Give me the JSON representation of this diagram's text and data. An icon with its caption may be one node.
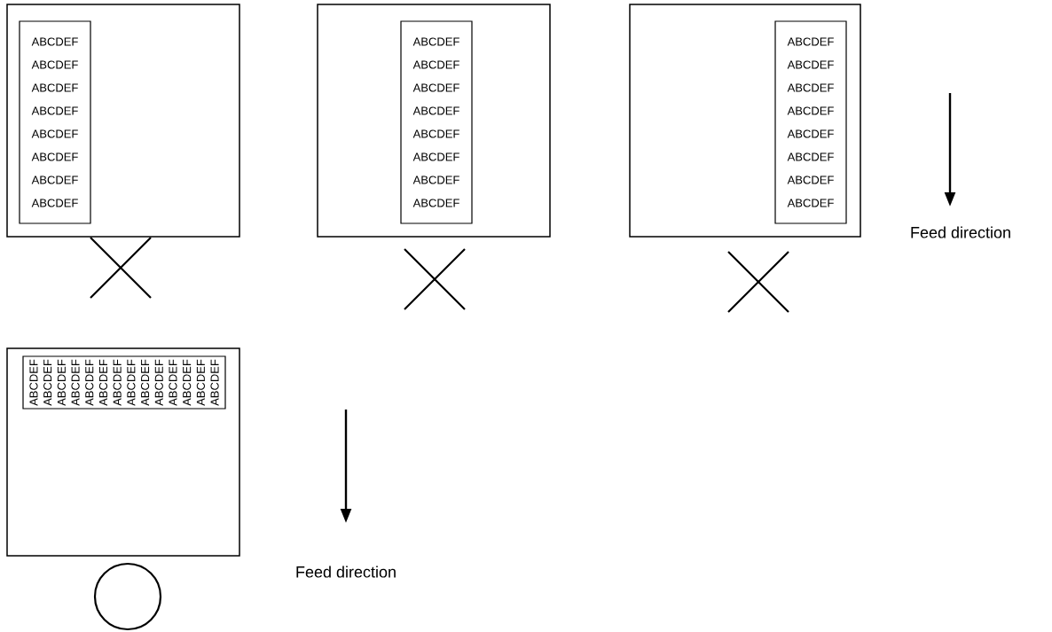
{
  "diagram": {
    "nodes": [
      {
        "text": [],
        "shape": "box"
      },
      {
        "text": [
          "ABCDEF",
          "ABCDEF",
          "ABCDEF",
          "ABCDEF",
          "ABCDEF",
          "ABCDEF",
          "ABCDEF",
          "ABCDEF"
        ],
        "in": 0
      },
      {
        "text": [],
        "shape": "box"
      },
      {
        "text": [
          "ABCDEF",
          "ABCDEF",
          "ABCDEF",
          "ABCDEF",
          "ABCDEF",
          "ABCDEF",
          "ABCDEF",
          "ABCDEF"
        ],
        "in": 2
      },
      {
        "text": [],
        "shape": "box"
      },
      {
        "text": [
          "ABCDEF",
          "ABCDEF",
          "ABCDEF",
          "ABCDEF",
          "ABCDEF",
          "ABCDEF",
          "ABCDEF",
          "ABCDEF"
        ],
        "in": 4
      },
      {
        "text": [],
        "shape": "box"
      },
      {
        "text": [
          "ABCDEF",
          "ABCDEF",
          "ABCDEF",
          "ABCDEF",
          "ABCDEF",
          "ABCDEF",
          "ABCDEF",
          "ABCDEF",
          "ABCDEF",
          "ABCDEF",
          "ABCDEF",
          "ABCDEF",
          "ABCDEF",
          "ABCDEF"
        ],
        "in": 6
      },
      {
        "text": [],
        "shape": "cross"
      },
      {
        "text": [],
        "shape": "cross"
      },
      {
        "text": [],
        "shape": "cross"
      },
      {
        "text": [],
        "shape": "circle"
      }
    ],
    "edges": [],
    "labels": [
      "Feed direction",
      "Feed direction"
    ]
  }
}
